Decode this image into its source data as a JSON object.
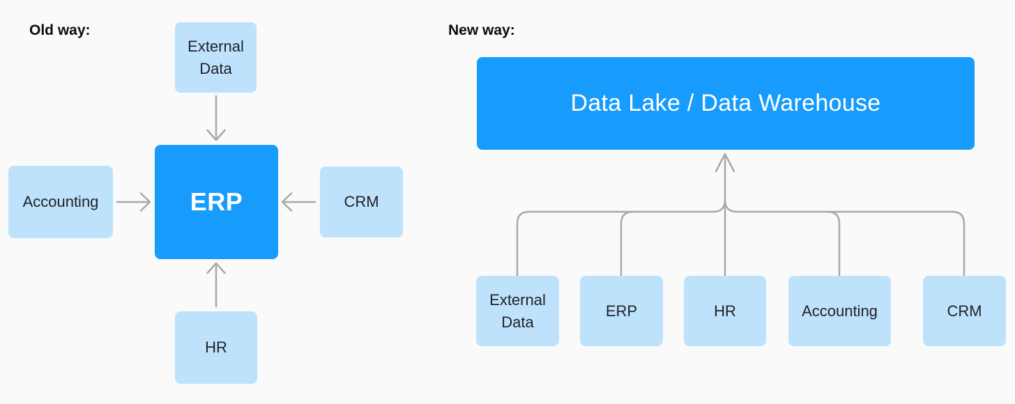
{
  "colors": {
    "background": "#fafafa",
    "primary_blue": "#179bfc",
    "light_blue": "#bfe2fc",
    "connector_gray": "#a8a8a8",
    "dark_text": "#1e2126",
    "white_text": "#ffffff"
  },
  "old_way": {
    "label": "Old way:",
    "center": "ERP",
    "sources": [
      "External Data",
      "Accounting",
      "CRM",
      "HR"
    ]
  },
  "new_way": {
    "label": "New way:",
    "center": "Data Lake / Data Warehouse",
    "sources": [
      "External Data",
      "ERP",
      "HR",
      "Accounting",
      "CRM"
    ]
  }
}
